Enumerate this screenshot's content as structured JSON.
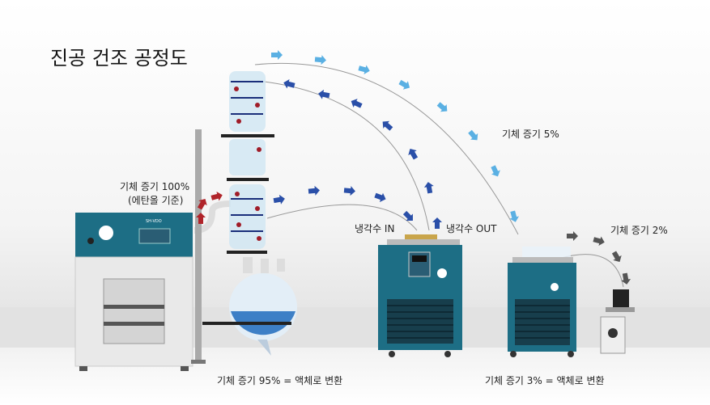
{
  "title": "진공 건조 공정도",
  "labels": {
    "vapor_100": "기체 증기 100%",
    "vapor_100_note": "(에탄올 기준)",
    "coolant_in": "냉각수 IN",
    "coolant_out": "냉각수 OUT",
    "vapor_5": "기체 증기 5%",
    "vapor_2": "기체 증기 2%",
    "vapor_95": "기체 증기 95% = 액체로 변환",
    "vapor_3": "기체 증기 3% = 액체로 변환"
  },
  "oven": {
    "brand": "SH-VDO"
  },
  "colors": {
    "equipment": "#1d6e85",
    "hot_arrow": "#b0242a",
    "cold_arrow": "#2a4fa8",
    "light_arrow": "#5ab0e3",
    "gray_arrow": "#555555"
  }
}
